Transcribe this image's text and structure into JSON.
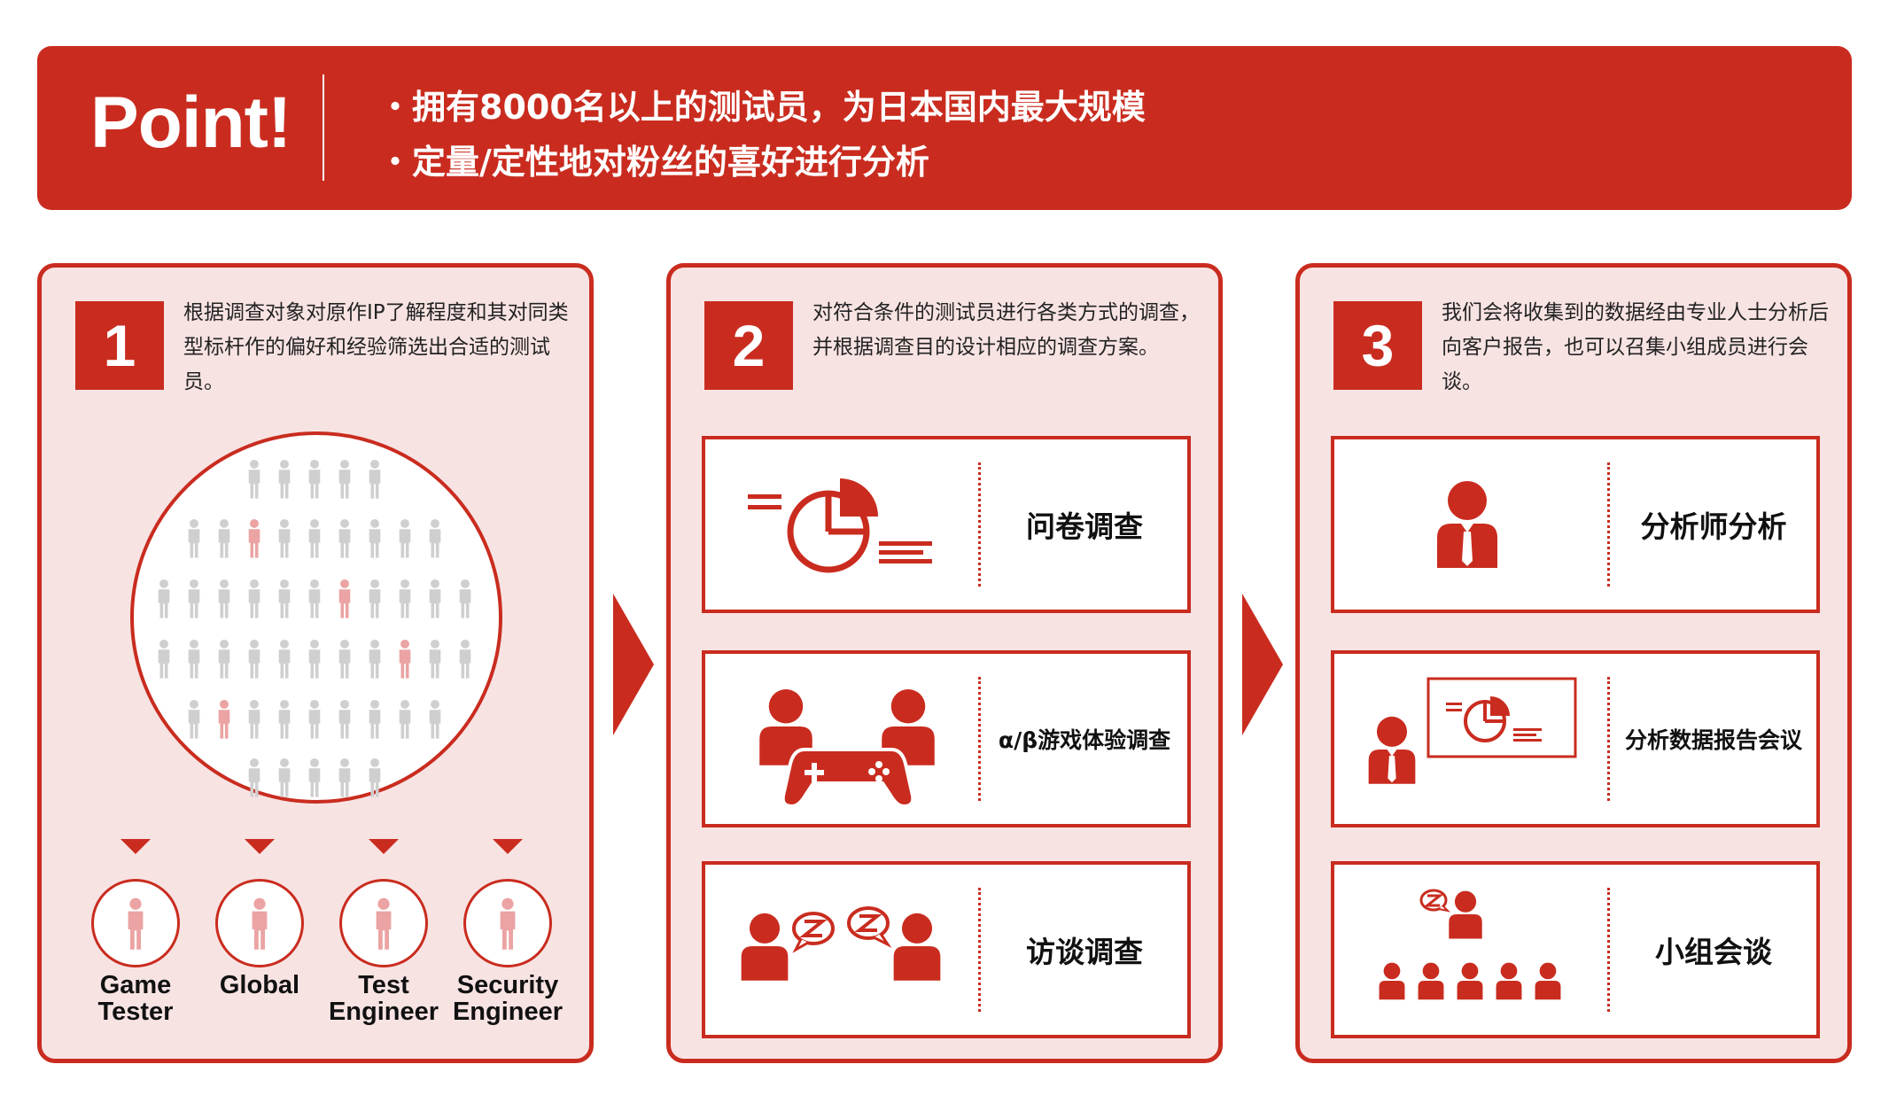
{
  "banner": {
    "title": "Point!",
    "bullets": [
      "・拥有8000名以上的测试员，为日本国内最大规模",
      "・定量/定性地对粉丝的喜好进行分析"
    ]
  },
  "steps": [
    {
      "number": "1",
      "description": "根据调查对象对原作IP了解程度和其对同类型标杆作的偏好和经验筛选出合适的测试员。",
      "roles": [
        {
          "label_line1": "Game",
          "label_line2": "Tester"
        },
        {
          "label_line1": "Global",
          "label_line2": ""
        },
        {
          "label_line1": "Test",
          "label_line2": "Engineer"
        },
        {
          "label_line1": "Security",
          "label_line2": "Engineer"
        }
      ]
    },
    {
      "number": "2",
      "description": "对符合条件的测试员进行各类方式的调查，并根据调查目的设计相应的调查方案。",
      "methods": [
        {
          "icon": "pie-chart-icon",
          "label": "问卷调查"
        },
        {
          "icon": "gamepad-players-icon",
          "label": "α/β游戏体验调查"
        },
        {
          "icon": "conversation-icon",
          "label": "访谈调查"
        }
      ]
    },
    {
      "number": "3",
      "description": "我们会将收集到的数据经由专业人士分析后向客户报告，也可以召集小组成员进行会谈。",
      "methods": [
        {
          "icon": "analyst-icon",
          "label": "分析师分析"
        },
        {
          "icon": "presentation-icon",
          "label": "分析数据报告会议"
        },
        {
          "icon": "group-meeting-icon",
          "label": "小组会谈"
        }
      ]
    }
  ],
  "colors": {
    "accent": "#c92c1f",
    "panel_bg": "#f8e3e3",
    "person_grey": "#cfcfcf",
    "person_pink": "#eba3a3"
  }
}
